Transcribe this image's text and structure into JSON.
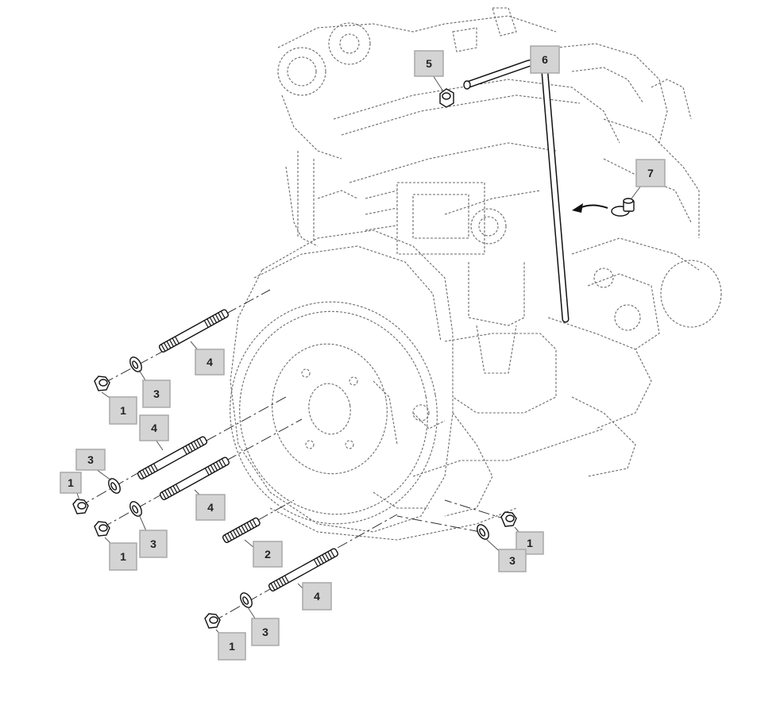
{
  "callouts": {
    "c1a": "1",
    "c1b": "1",
    "c1c": "1",
    "c1d": "1",
    "c1e": "1",
    "c2": "2",
    "c3a": "3",
    "c3b": "3",
    "c3c": "3",
    "c3d": "3",
    "c3e": "3",
    "c4a": "4",
    "c4b": "4",
    "c4c": "4",
    "c4d": "4",
    "c5": "5",
    "c6": "6",
    "c7": "7"
  },
  "colors": {
    "callout_fill": "#d4d4d4",
    "line_art": "#111111",
    "phantom_engine": "#6a6a6a"
  }
}
